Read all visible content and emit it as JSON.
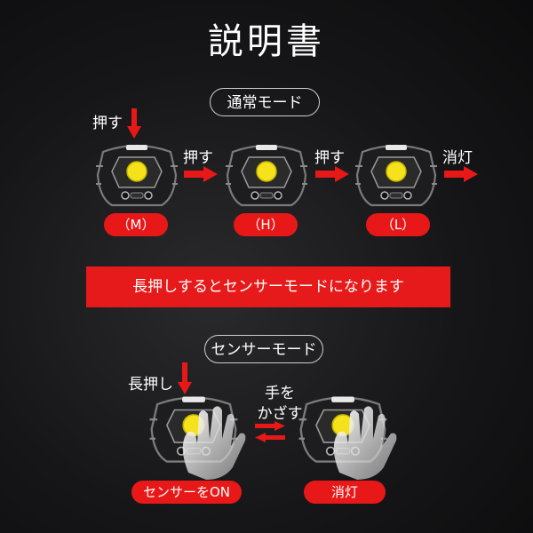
{
  "title": "説明書",
  "normal_mode": {
    "heading": "通常モード",
    "press_top": "押す",
    "press_1": "押す",
    "press_2": "押す",
    "off": "消灯",
    "modes": [
      "（M）",
      "（H）",
      "（L）"
    ]
  },
  "banner": "長押しするとセンサーモードになります",
  "sensor_mode": {
    "heading": "センサーモード",
    "long_press": "長押し",
    "hand_line1": "手を",
    "hand_line2": "かざす",
    "sensor_on": "センサーをON",
    "off": "消灯"
  },
  "colors": {
    "accent_red": "#e81818",
    "led_yellow": "#f5e21a"
  }
}
